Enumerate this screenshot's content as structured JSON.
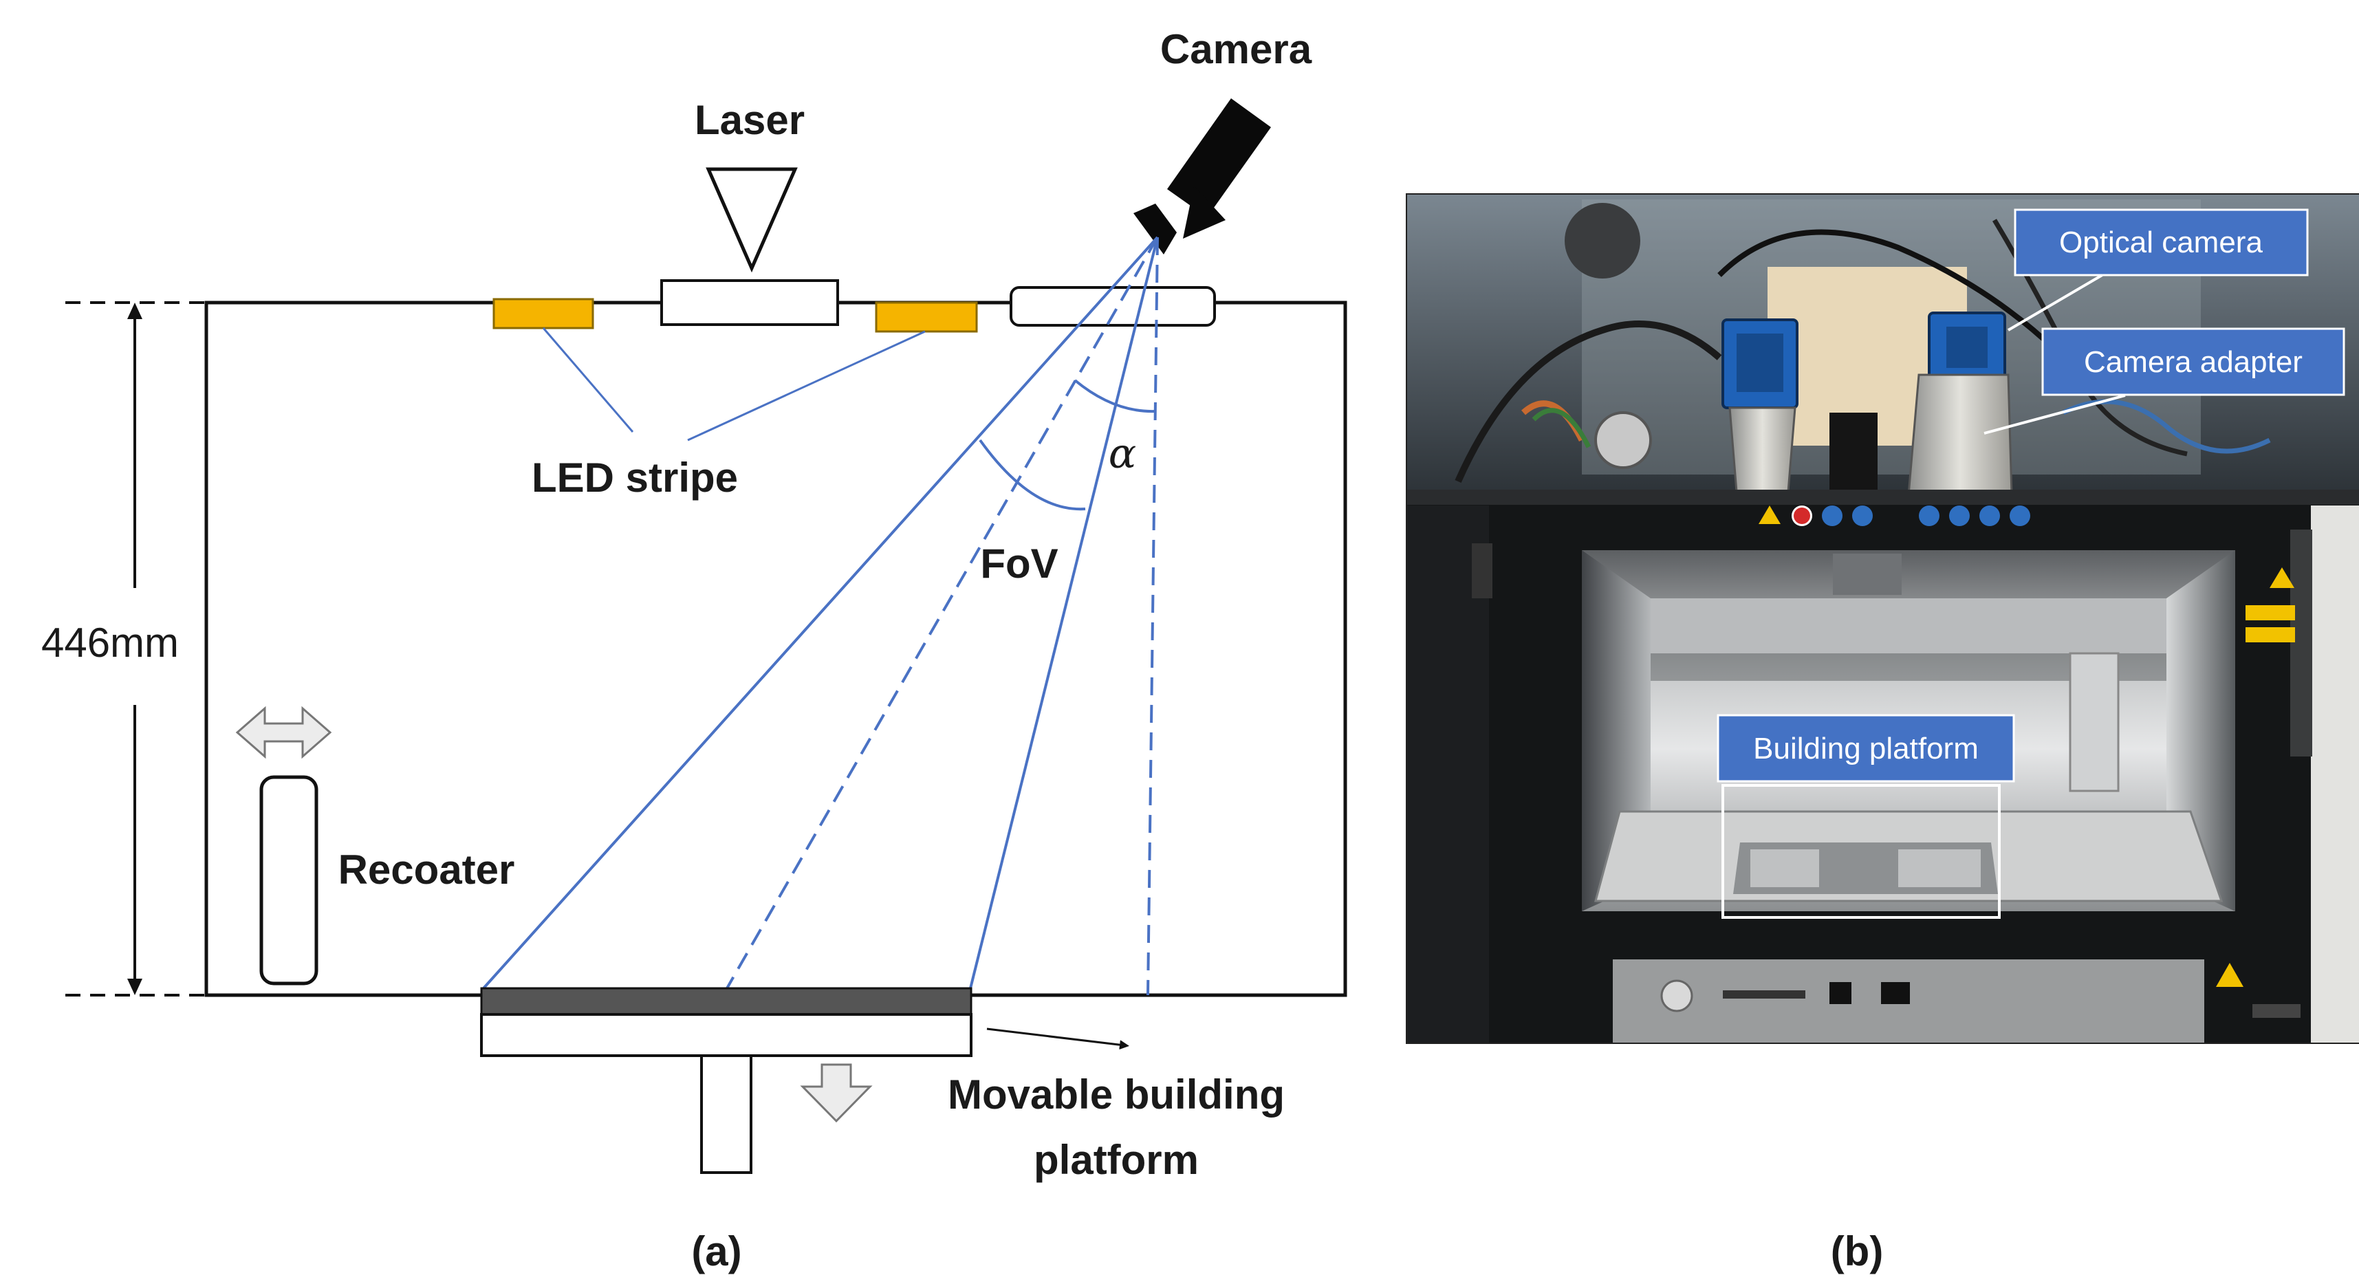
{
  "panel_a": {
    "labels": {
      "camera": "Camera",
      "laser": "Laser",
      "led_stripe": "LED stripe",
      "alpha": "α",
      "fov": "FoV",
      "height": "446mm",
      "recoater": "Recoater",
      "platform_line1": "Movable building",
      "platform_line2": "platform"
    },
    "caption": "(a)",
    "colors": {
      "led": "#f5b400",
      "fov_lines": "#4a72c4",
      "powder_bed": "#555555"
    }
  },
  "panel_b": {
    "callouts": {
      "optical_camera": "Optical camera",
      "camera_adapter": "Camera adapter",
      "building_platform": "Building platform"
    },
    "caption": "(b)",
    "colors": {
      "callout_fill": "#4472c4"
    }
  }
}
